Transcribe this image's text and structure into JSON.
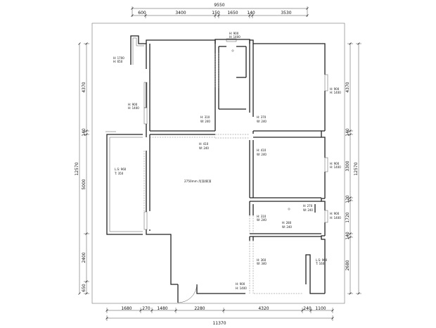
{
  "top_total": "9550",
  "top_dims": [
    "600",
    "3400",
    "150",
    "1650",
    "140",
    "3530"
  ],
  "bottom_dims": [
    "1680",
    "270",
    "1480",
    "2280",
    "4320",
    "240",
    "1100"
  ],
  "bottom_total": "11370",
  "left_total": "12570",
  "left_dims": [
    "4370",
    "140",
    "5000",
    "2400",
    "650"
  ],
  "right_total": "12570",
  "right_dims": [
    "4370",
    "140",
    "3300",
    "120",
    "1720",
    "140",
    "2680"
  ],
  "annotations": {
    "top_window": [
      "H: 900",
      "H: 1400"
    ],
    "balcony_window": [
      "H: 1700",
      "H: 650"
    ],
    "left_window": [
      "H: 900",
      "H: 1400"
    ],
    "door_bed1": [
      "H: 310",
      "W: 240"
    ],
    "door_bath": [
      "H: 370",
      "W: 240"
    ],
    "door_living": [
      "H: 410",
      "W: 240"
    ],
    "door_bed3": [
      "H: 410",
      "W: 240"
    ],
    "left_balcony": [
      "L.S: 960",
      "T: 350"
    ],
    "right_window_1": [
      "H: 900",
      "H: 1400"
    ],
    "right_window_2": [
      "H: 900",
      "H: 1400"
    ],
    "small_room": [
      "H: 270",
      "W: 240"
    ],
    "small_door_1": [
      "H: 310",
      "W: 240"
    ],
    "small_door_2": [
      "H: 280",
      "W: 240"
    ],
    "right_window_3": [
      "H: 900",
      "H: 1400"
    ],
    "lower_door": [
      "H: 360",
      "W: 340"
    ],
    "right_balcony": [
      "L.S: 960",
      "T: 160"
    ],
    "bottom_window": [
      "H: 900",
      "H: 1400"
    ]
  },
  "center_label": "2750mm 吊顶/原顶"
}
